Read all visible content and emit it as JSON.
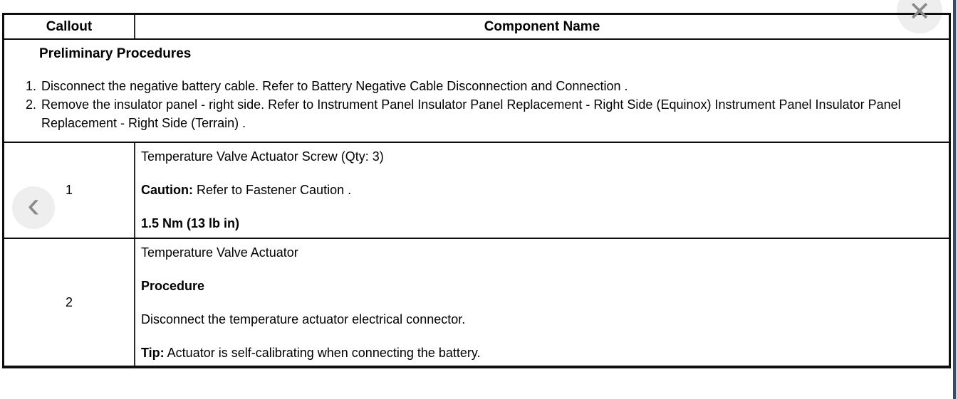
{
  "window": {
    "close_icon": "✕",
    "back_icon": "‹",
    "edge_color": "#3d4b61"
  },
  "table": {
    "headers": {
      "callout": "Callout",
      "component": "Component Name"
    },
    "preliminary": {
      "title": "Preliminary Procedures",
      "steps": [
        "Disconnect the negative battery cable. Refer to Battery Negative Cable Disconnection and Connection .",
        "Remove the insulator panel - right side. Refer to Instrument Panel Insulator Panel Replacement - Right Side (Equinox) Instrument Panel Insulator Panel Replacement - Right Side (Terrain) ."
      ]
    },
    "rows": [
      {
        "callout": "1",
        "component": "Temperature Valve Actuator Screw (Qty: 3)",
        "caution_label": "Caution:",
        "caution_text": " Refer to Fastener Caution .",
        "torque": "1.5 Nm (13 lb in)"
      },
      {
        "callout": "2",
        "component": "Temperature Valve Actuator",
        "procedure_label": "Procedure",
        "procedure_text": "Disconnect the temperature actuator electrical connector.",
        "tip_label": "Tip:",
        "tip_text": " Actuator is self-calibrating when connecting the battery."
      }
    ]
  }
}
